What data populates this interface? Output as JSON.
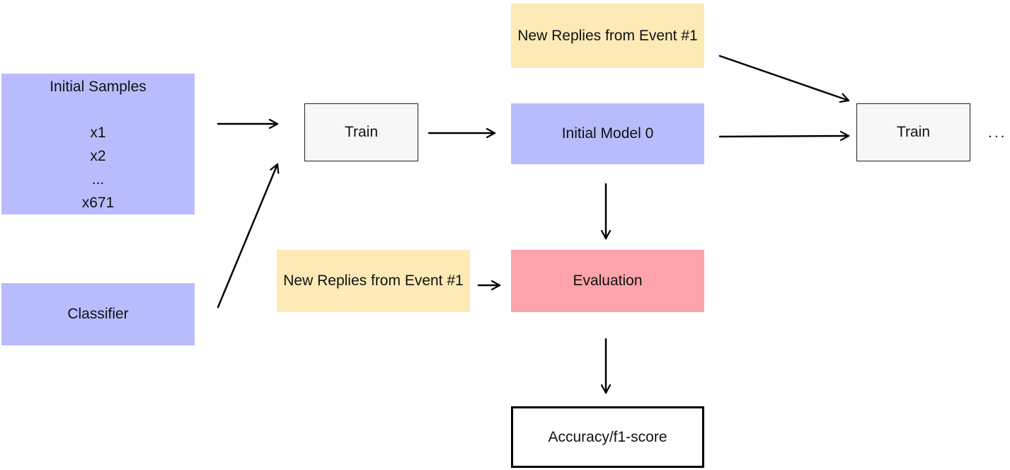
{
  "nodes": {
    "initial_samples": {
      "title": "Initial Samples",
      "items": [
        "x1",
        "x2",
        "...",
        "x671"
      ]
    },
    "classifier": "Classifier",
    "train_first": "Train",
    "initial_model": "Initial Model 0",
    "replies_top": "New Replies from Event #1",
    "train_second": "Train",
    "replies_bottom": "New Replies from Event #1",
    "evaluation": "Evaluation",
    "accuracy": "Accuracy/f1-score"
  },
  "ellipsis": "...",
  "colors": {
    "blue": "#b8bcfd",
    "yellow": "#fdeab7",
    "pink": "#fda3ab",
    "white": "#f7f7f7",
    "stroke": "#000000"
  }
}
